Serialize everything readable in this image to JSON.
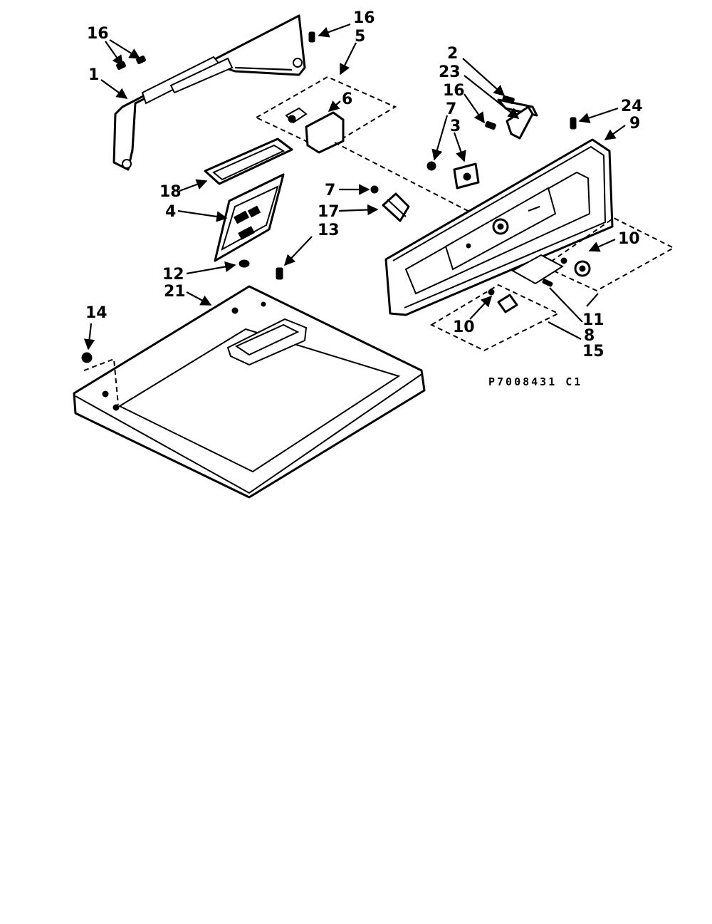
{
  "diagram": {
    "callouts": {
      "c16a": "16",
      "c1": "1",
      "c16b": "16",
      "c5": "5",
      "c6": "6",
      "c18": "18",
      "c4": "4",
      "c7a": "7",
      "c17": "17",
      "c13": "13",
      "c12": "12",
      "c21": "21",
      "c14": "14",
      "c2": "2",
      "c23": "23",
      "c16c": "16",
      "c7b": "7",
      "c3": "3",
      "c24": "24",
      "c9": "9",
      "c10a": "10",
      "c10b": "10",
      "c11": "11",
      "c8": "8",
      "c15": "15"
    },
    "figure_code": "P7008431 C1"
  }
}
